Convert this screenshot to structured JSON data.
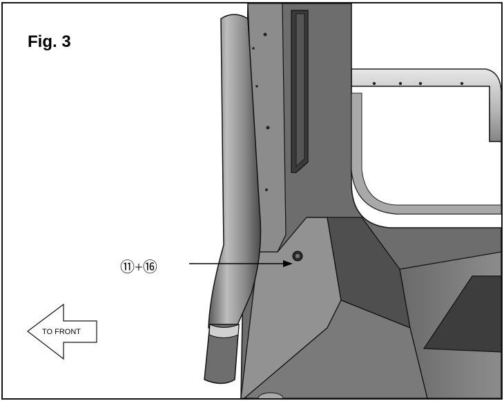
{
  "figure": {
    "title": "Fig. 3",
    "callout": "⑪+⑯",
    "direction_label": "TO FRONT"
  }
}
